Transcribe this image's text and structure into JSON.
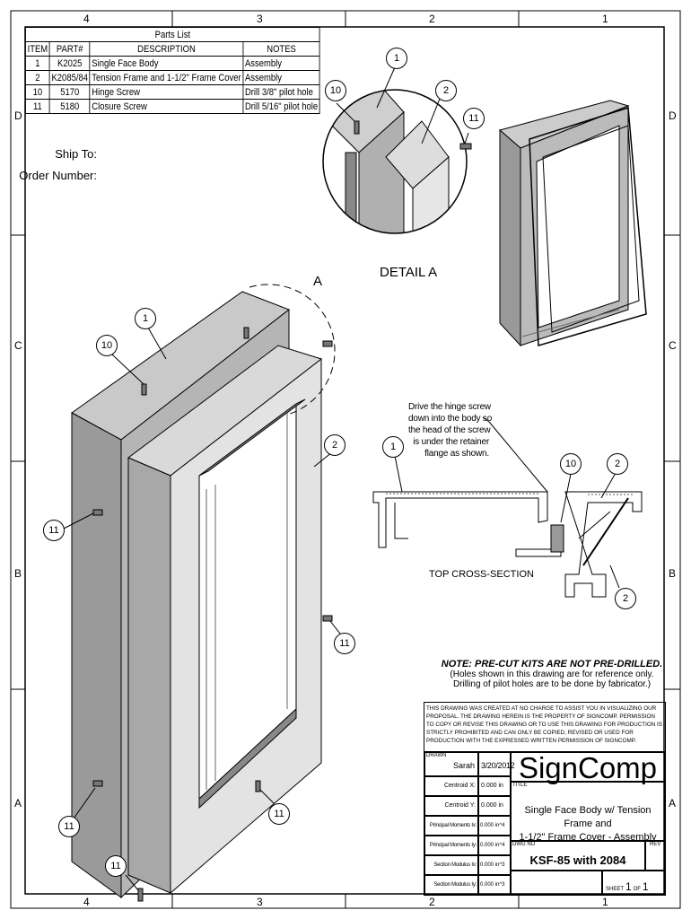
{
  "zones": {
    "columns_top": [
      "4",
      "3",
      "2",
      "1"
    ],
    "columns_bottom": [
      "4",
      "3",
      "2",
      "1"
    ],
    "rows_left": [
      "D",
      "C",
      "B",
      "A"
    ],
    "rows_right": [
      "D",
      "C",
      "B",
      "A"
    ]
  },
  "parts_list": {
    "title": "Parts List",
    "headers": [
      "ITEM",
      "PART#",
      "DESCRIPTION",
      "NOTES"
    ],
    "rows": [
      [
        "1",
        "K2025",
        "Single Face Body",
        "Assembly"
      ],
      [
        "2",
        "K2085/84",
        "Tension Frame and 1-1/2\" Frame Cover",
        "Assembly"
      ],
      [
        "10",
        "5170",
        "Hinge Screw",
        "Drill 3/8\" pilot hole"
      ],
      [
        "11",
        "5180",
        "Closure Screw",
        "Drill 5/16\" pilot hole"
      ]
    ]
  },
  "ship_to": "Ship To:",
  "order_number": "Order Number:",
  "detail": {
    "label": "DETAIL A",
    "marker": "A"
  },
  "callouts": {
    "one": "1",
    "two": "2",
    "ten": "10",
    "eleven": "11"
  },
  "cross_section": {
    "instruction": [
      "Drive the hinge screw",
      "down into the body so",
      "the head of the screw",
      "is under the retainer",
      "flange as shown."
    ],
    "label": "TOP CROSS-SECTION"
  },
  "note": {
    "title": "NOTE: PRE-CUT KITS ARE NOT PRE-DRILLED.",
    "line1": "(Holes shown in this drawing are for reference only.",
    "line2": "Drilling of pilot holes are to be done by fabricator.)"
  },
  "title_block": {
    "disclaimer": "THIS DRAWING WAS CREATED AT NO CHARGE TO ASSIST YOU IN VISUALIZING OUR PROPOSAL.  THE DRAWING HEREIN IS THE PROPERTY OF SIGNCOMP.  PERMISSION TO COPY OR REVISE THIS DRAWING OR TO USE THIS DRAWING FOR PRODUCTION IS STRICTLY PROHIBITED AND CAN ONLY BE COPIED, REVISED OR USED FOR PRODUCTION WITH THE EXPRESSED WRITTEN PERMISSION OF SIGNCOMP.",
    "drawn_label": "DRAWN",
    "drawn_by": "Sarah",
    "date": "3/20/2012",
    "props": [
      {
        "label": "Centroid X:",
        "value": "0.000 in"
      },
      {
        "label": "Centroid Y:",
        "value": "0.000 in"
      },
      {
        "label": "Principal Moments Ix:",
        "value": "0.000 in^4"
      },
      {
        "label": "Principal Moments Iy:",
        "value": "0.000 in^4"
      },
      {
        "label": "Section Modulus Ix:",
        "value": "0.000 in^3"
      },
      {
        "label": "Section Modulus Iy:",
        "value": "0.000 in^3"
      }
    ],
    "company": "SignComp",
    "title_label": "TITLE",
    "title_line1": "Single Face Body w/ Tension Frame and",
    "title_line2": "1-1/2\" Frame Cover - Assembly",
    "dwg_no_label": "DWG NO",
    "dwg_no": "KSF-85 with 2084",
    "rev_label": "REV",
    "sheet_label": "SHEET",
    "sheet": "1",
    "of_label": "OF",
    "sheet_total": "1"
  }
}
